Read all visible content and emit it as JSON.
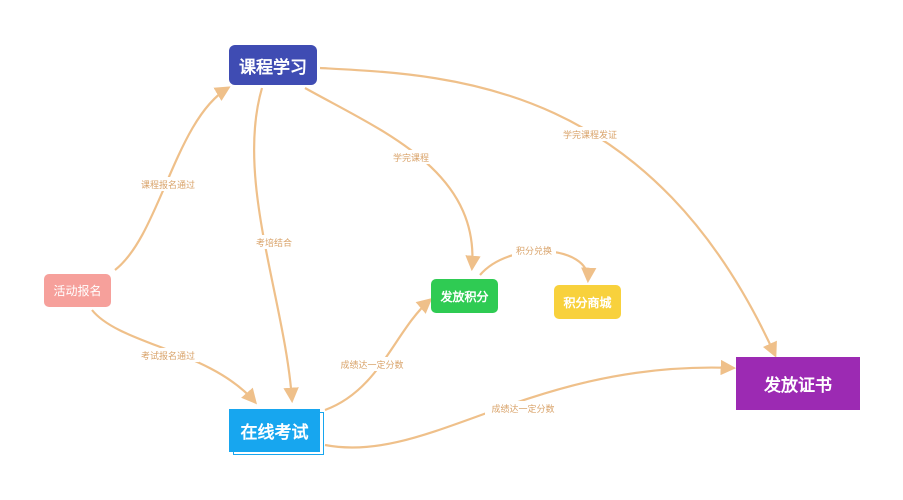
{
  "colors": {
    "edge": "#efc08a",
    "edge_label": "#d9a36a"
  },
  "nodes": {
    "course_study": {
      "label": "课程学习",
      "color": "#3f4cb3"
    },
    "activity_signup": {
      "label": "活动报名",
      "color": "#f6a09b"
    },
    "award_points": {
      "label": "发放积分",
      "color": "#2fcb53"
    },
    "points_mall": {
      "label": "积分商城",
      "color": "#f8d13c"
    },
    "online_exam": {
      "label": "在线考试",
      "color": "#17a6ef"
    },
    "award_certificate": {
      "label": "发放证书",
      "color": "#9c2ab3"
    }
  },
  "edges": {
    "signup_to_course": "课程报名通过",
    "signup_to_exam": "考试报名通过",
    "course_to_exam": "考培结合",
    "course_to_points": "学完课程",
    "course_to_cert": "学完课程发证",
    "points_to_mall": "积分兑换",
    "exam_to_points": "成绩达一定分数",
    "exam_to_cert": "成绩达一定分数"
  }
}
